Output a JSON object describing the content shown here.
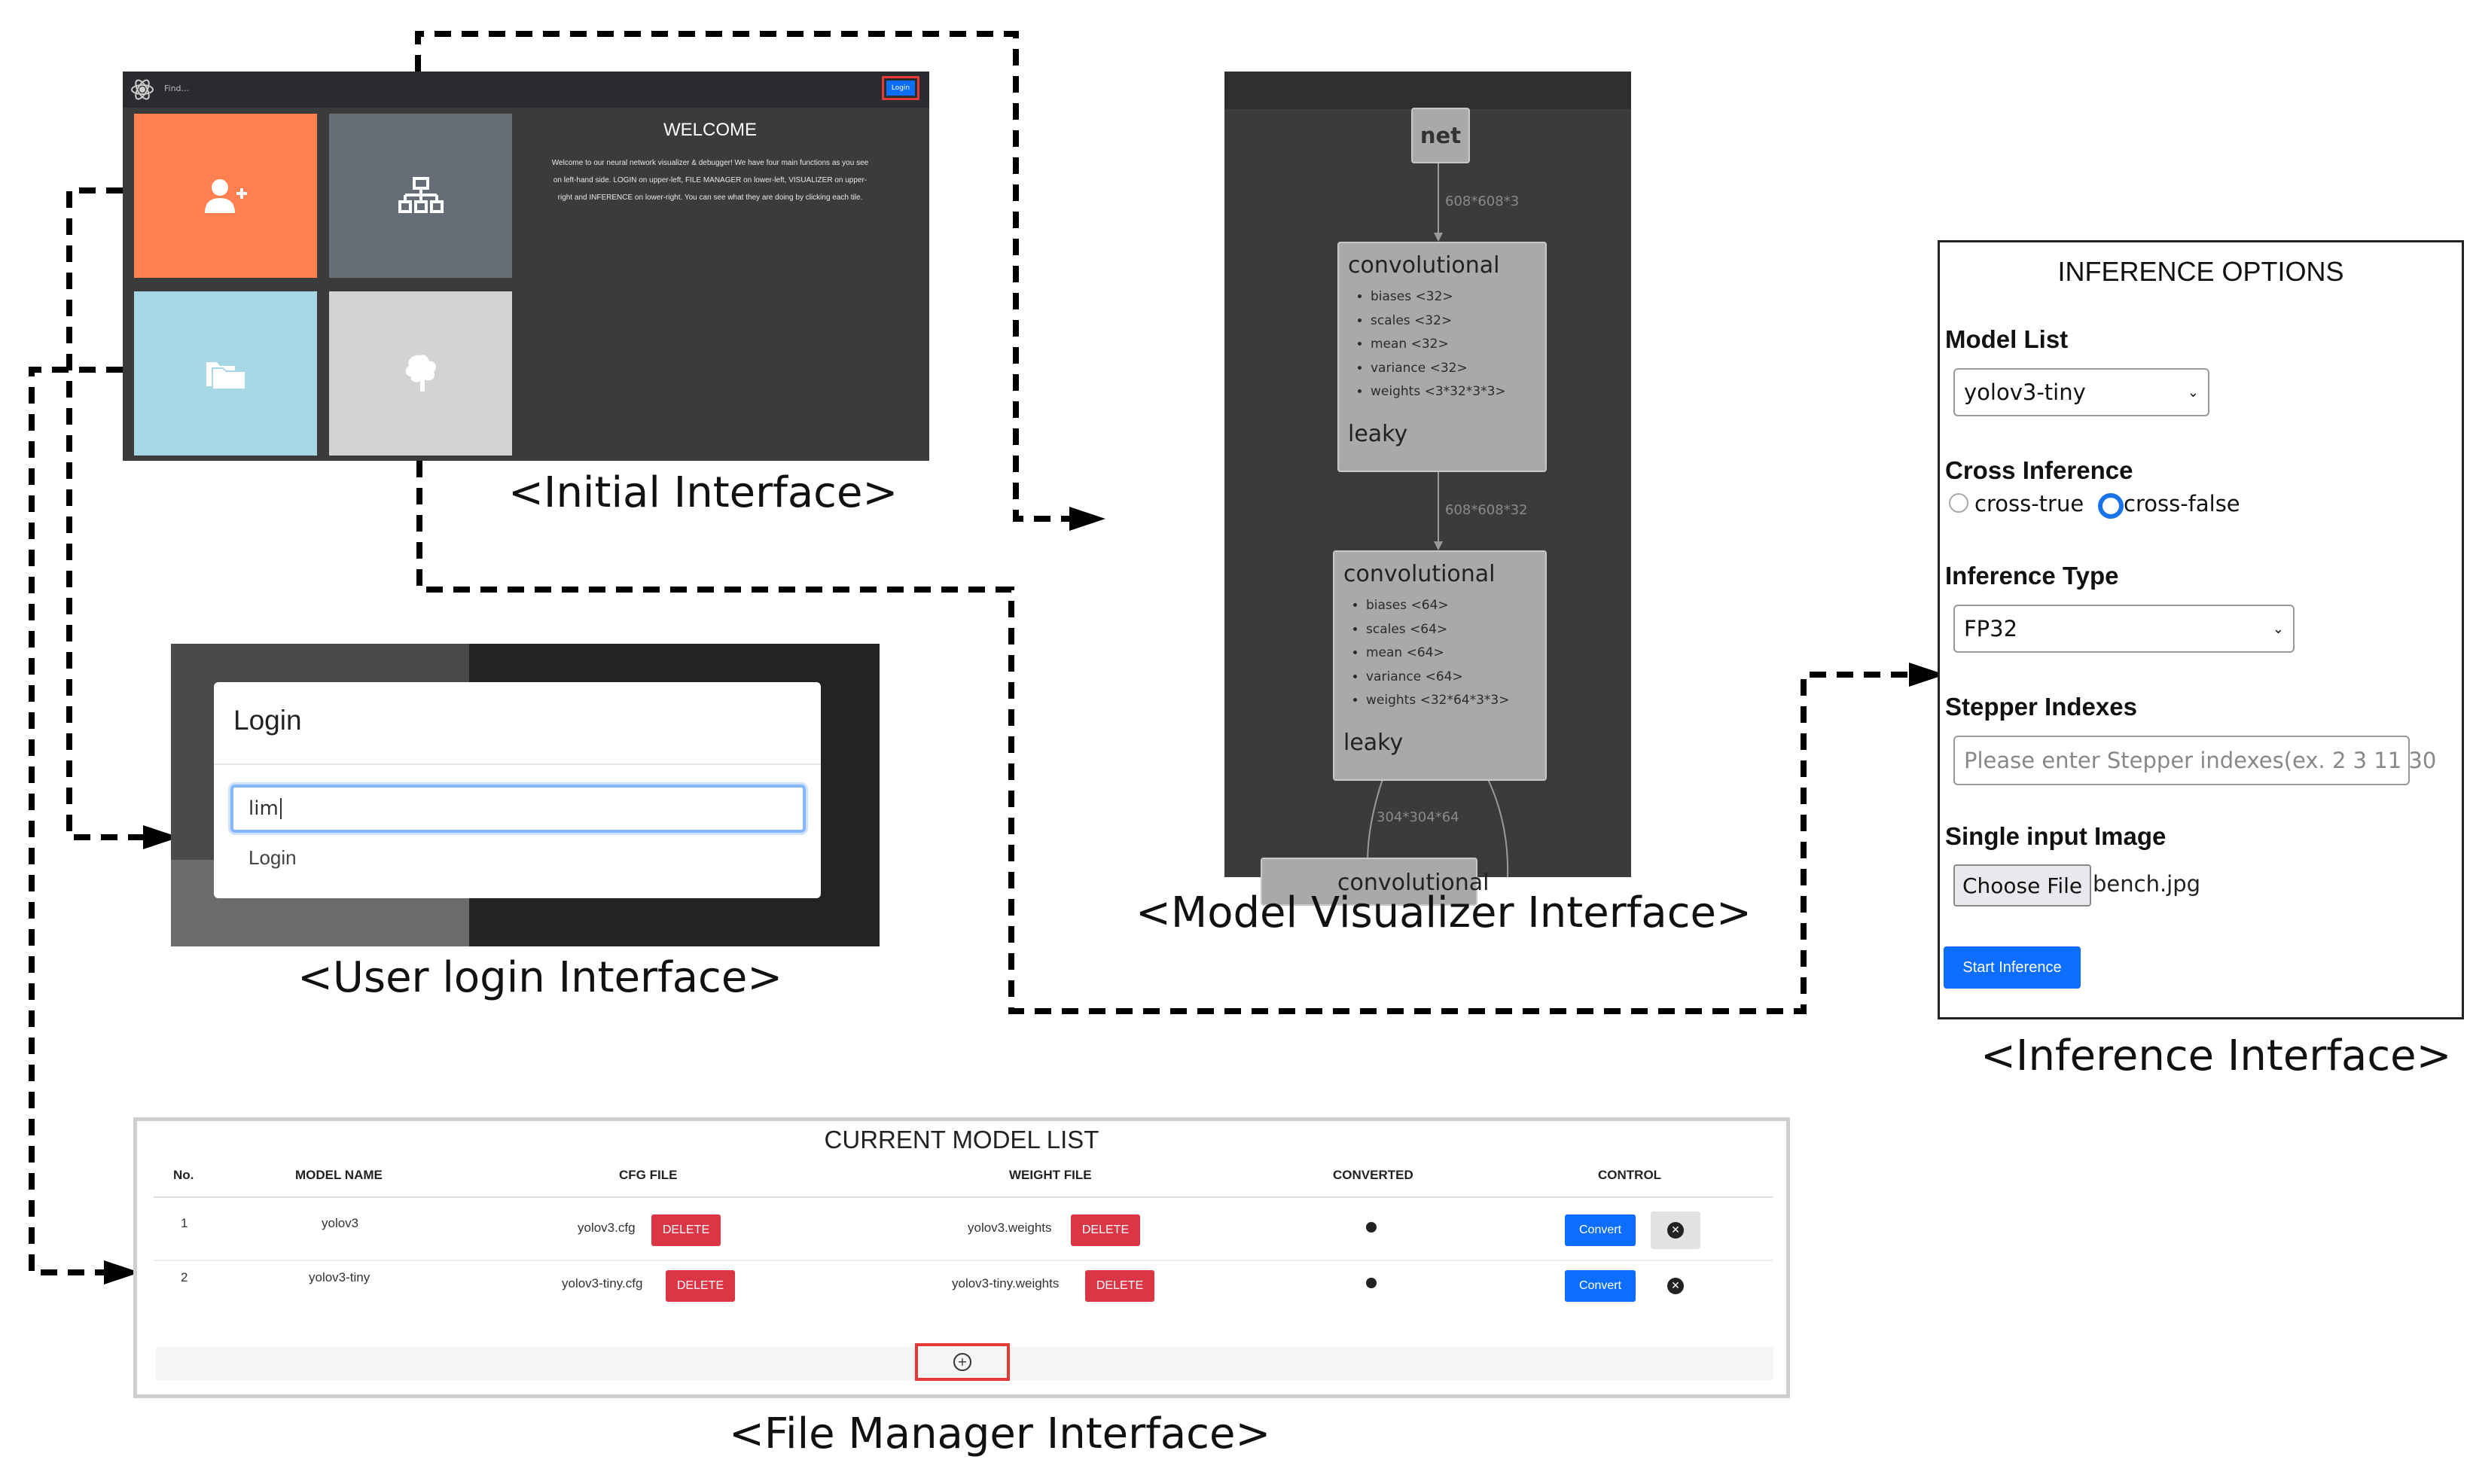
{
  "captions": {
    "initial": "<Initial Interface>",
    "login": "<User login Interface>",
    "visualizer": "<Model Visualizer Interface>",
    "inference": "<Inference Interface>",
    "file_manager": "<File Manager Interface>"
  },
  "initial": {
    "topbar_text": "Find...",
    "login_button": "Login",
    "welcome_title": "WELCOME",
    "welcome_text_lines": [
      "Welcome to our neural network visualizer & debugger! We have four main functions as you see",
      "on left-hand side. LOGIN on upper-left, FILE MANAGER on lower-left, VISUALIZER on upper-",
      "right and INFERENCE on lower-right. You can see what they are doing by clicking each tile."
    ],
    "tiles": [
      {
        "name": "login",
        "color": "#ff7f50",
        "icon": "user-plus-icon"
      },
      {
        "name": "visualizer",
        "color": "#676d76",
        "icon": "sitemap-icon"
      },
      {
        "name": "file-manager",
        "color": "#a8d8e6",
        "icon": "folders-icon"
      },
      {
        "name": "inference",
        "color": "#d3d3d3",
        "icon": "brain-icon"
      }
    ]
  },
  "login": {
    "title": "Login",
    "input_value": "lim",
    "button_label": "Login"
  },
  "visualizer": {
    "root": "net",
    "edge_labels": [
      "608*608*3",
      "608*608*32",
      "304*304*64"
    ],
    "nodes": [
      {
        "type": "convolutional",
        "params": [
          "biases <32>",
          "scales <32>",
          "mean <32>",
          "variance <32>",
          "weights <3*32*3*3>"
        ],
        "activation": "leaky"
      },
      {
        "type": "convolutional",
        "params": [
          "biases <64>",
          "scales <64>",
          "mean <64>",
          "variance <64>",
          "weights <32*64*3*3>"
        ],
        "activation": "leaky"
      }
    ],
    "partial_node": "convolutional"
  },
  "inference": {
    "title": "INFERENCE OPTIONS",
    "model_list_label": "Model List",
    "model_selected": "yolov3-tiny",
    "cross_label": "Cross Inference",
    "cross_true": "cross-true",
    "cross_false": "cross-false",
    "cross_selected": "cross-false",
    "type_label": "Inference Type",
    "type_selected": "FP32",
    "stepper_label": "Stepper Indexes",
    "stepper_placeholder": "Please enter Stepper indexes(ex. 2 3 11 30",
    "image_label": "Single input Image",
    "choose_file": "Choose File",
    "file_name": "bench.jpg",
    "start_button": "Start Inference",
    "accent": "#0d6efd"
  },
  "file_manager": {
    "title": "CURRENT MODEL LIST",
    "headers": [
      "No.",
      "MODEL NAME",
      "CFG FILE",
      "WEIGHT FILE",
      "CONVERTED",
      "CONTROL"
    ],
    "rows": [
      {
        "no": "1",
        "name": "yolov3",
        "cfg": "yolov3.cfg",
        "weight": "yolov3.weights"
      },
      {
        "no": "2",
        "name": "yolov3-tiny",
        "cfg": "yolov3-tiny.cfg",
        "weight": "yolov3-tiny.weights"
      }
    ],
    "delete_label": "DELETE",
    "convert_label": "Convert",
    "delete_color": "#dc3545",
    "highlight_color": "#e53935"
  }
}
